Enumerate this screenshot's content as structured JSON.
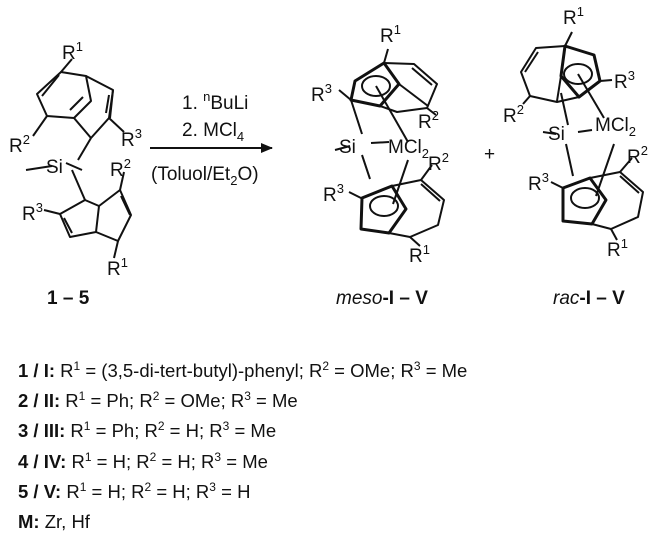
{
  "reagents": {
    "step1_prefix": "1. ",
    "step1_super": "n",
    "step1_main": "BuLi",
    "step2": "2. MCl",
    "step2_sub": "4",
    "solvent_a": "(Toluol/Et",
    "solvent_sub": "2",
    "solvent_b": "O)"
  },
  "labels": {
    "start_a": "1",
    "start_dash": " – ",
    "start_b": "5",
    "meso_prefix": "meso",
    "meso_rest": "-I – V",
    "rac_prefix": "rac",
    "rac_rest": "-I – V",
    "plus": "+",
    "R": "R",
    "one": "1",
    "two": "2",
    "three": "3",
    "si": "Si",
    "mcl": "MCl",
    "mcl_sub": "2"
  },
  "legend": [
    {
      "key": "1 / I:",
      "r1": " = (3,5-di-tert-butyl)-phenyl; ",
      "r2": " = OMe; ",
      "r3": " = Me"
    },
    {
      "key": "2 / II:",
      "r1": " = Ph; ",
      "r2": " = OMe; ",
      "r3": " = Me"
    },
    {
      "key": "3 / III:",
      "r1": " = Ph; ",
      "r2": " = H; ",
      "r3": " = Me"
    },
    {
      "key": "4 / IV:",
      "r1": " = H; ",
      "r2": " = H; ",
      "r3": " = Me"
    },
    {
      "key": "5 / V:",
      "r1": " = H; ",
      "r2": " = H; ",
      "r3": " = H"
    }
  ],
  "metals": {
    "key": "M:",
    "value": " Zr, Hf"
  }
}
